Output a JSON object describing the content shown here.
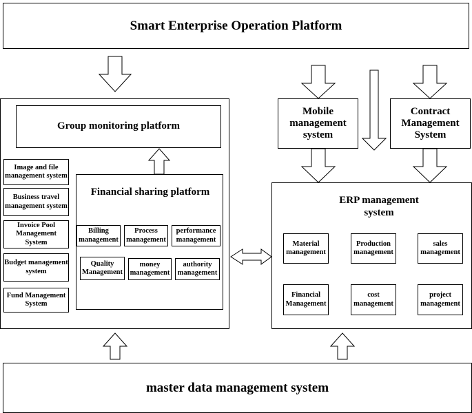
{
  "top_platform": "Smart Enterprise Operation Platform",
  "bottom_system": "master data management system",
  "group_monitoring": "Group monitoring platform",
  "financial_sharing": "Financial sharing platform",
  "left_modules": [
    "Image and file management system",
    "Business travel management system",
    "Invoice Pool Management System",
    "Budget management system",
    "Fund Management System"
  ],
  "sharing_modules": [
    "Billing management",
    "Process management",
    "performance management",
    "Quality Management",
    "money management",
    "authority management"
  ],
  "mobile_system": "Mobile management system",
  "contract_system": "Contract Management System",
  "erp_system": "ERP management system",
  "erp_modules": [
    "Material management",
    "Production management",
    "sales management",
    "Financial Management",
    "cost management",
    "project management"
  ]
}
